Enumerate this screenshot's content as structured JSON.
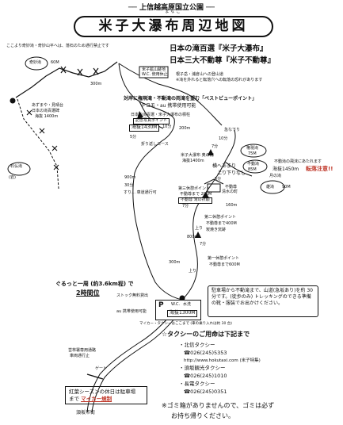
{
  "header": {
    "park_name": "── 上信越高原国立公園 ──",
    "title": "米子大瀑布周辺地図",
    "title_ruby": "よなこ"
  },
  "headline": {
    "line1": "日本の滝百選『米子大瀑布』",
    "line2": "日本三大不動尊『米子不動尊』"
  },
  "notes": {
    "top_left": "ここより奇妙滝・奇妙山平へは、落石のため通行禁止です",
    "sacred": "根子岳・浦倉山への登山道",
    "sacred_sub": "※滝を外れると転落穴への転落の恐れがあります",
    "viewpoint_title": "対岸に権現滝・不動滝の両滝を望む「ベストビューポイント」",
    "viewpoint_sub": "ドコモ・au 携帯使用可能",
    "falls_stone": "日本の滝百選・米子大瀑布の標柱",
    "memorial": "記念写真ポイント",
    "elev_1430": "海抜1430M",
    "elev_1400": "海抜1400m",
    "switchback": "折り返しコース",
    "mitaki": "米子大瀑布 奥の院",
    "fudo_upper_note": "不動滝の飛沫にあたれます",
    "elev_1450": "海抜1450m",
    "rockfall": "転落注意!!",
    "yokohe": "横へあまり",
    "up_down": "上り下りなし",
    "moon_note": "月の滝",
    "otake": "雄滝",
    "otake_elev": "90M",
    "left_stop": "あずまや・見晴台",
    "left_stop_sub": "日本の滝百選碑",
    "left_stop_elev": "海抜 1400m",
    "kimyo": "奇妙滝",
    "kimyo_height": "60M",
    "route_dist": "300m",
    "route_dist2": "900m",
    "route_min": "30分",
    "route_steep": "すり… 車道通行可",
    "roundtrip": "ぐるっと一周 (約3.6km程) で",
    "roundtrip_time": "2時間位",
    "stock": "ストック無料貸出",
    "phone_ok": "au 携帯使用可能",
    "gate": "ゲート",
    "kiwa_road": "営林署専用通路",
    "kiwa_road_sub": "車両通行止",
    "suzaka": "須坂市街",
    "ishihara": "石仏滝",
    "ishihara_sub": "(岩)",
    "upper_fall": "米子鉱山跡地",
    "upper_fall_sub": "W.C. 使用休止",
    "gongen": "権現滝",
    "gongen_height": "75M",
    "fudo": "不動滝",
    "fudo_height": "85M",
    "kyukei": "急な下り",
    "right_steep": "上り",
    "temple": "不動尊",
    "checkpoint3": "第三休憩ポイント",
    "checkpoint3_sub": "不動尊まで 200M",
    "checkpoint3_sub2": "不動尊 滝の祈願",
    "kiyomizu": "清水の町",
    "checkpoint2": "第二休憩ポイント",
    "checkpoint2_sub": "不動尊まで400M",
    "checkpoint2_sub2": "炭焼き窯跡",
    "checkpoint1": "第一休憩ポイント",
    "checkpoint1_sub": "不動尊まで600M",
    "dist_800": "800m",
    "min_7a": "7分",
    "min_7b": "7分",
    "min_7c": "7分",
    "min_5": "5分",
    "min_10": "10分",
    "min_10b": "10分",
    "min_5b": "5分",
    "up_mark": "上り",
    "up_mark2": "上り",
    "dist_300": "300m",
    "dist_200": "200m",
    "dist_160": "160m"
  },
  "parking": {
    "p_mark": "P",
    "wc": "W.C.",
    "wc_sub": "水洗",
    "elev": "海抜1300M",
    "caption": "マイカー・タクシーはここまで (車の乗り入れは約 30 台)"
  },
  "parking_note": "駐車場から不動滝まで、山道(急坂あり)を約 30 分です。(徒歩のみ) トレッキングのできる準備の靴・服装でお出かけください。",
  "taxi": {
    "heading": "☆タクシーのご用命は下記まで",
    "companies": [
      {
        "name": "・北信タクシー",
        "tel": "☎026(245)5353",
        "extra": "http://www.hokutaxi.com (米子特集)"
      },
      {
        "name": "・須坂観光タクシー",
        "tel": "☎026(245)1010",
        "extra": ""
      },
      {
        "name": "・長電タクシー",
        "tel": "☎026(245)0351",
        "extra": ""
      }
    ]
  },
  "trash": {
    "line1": "※ゴミ箱がありませんので、ゴミは必ず",
    "line2": "お持ち帰りください。"
  },
  "warning": {
    "line1": "紅葉シーズンの休日は駐車場",
    "line2_prefix": "まで",
    "line2_red": "マイカー規制"
  },
  "colors": {
    "ink": "#111111",
    "warning_red": "#c0392b"
  }
}
